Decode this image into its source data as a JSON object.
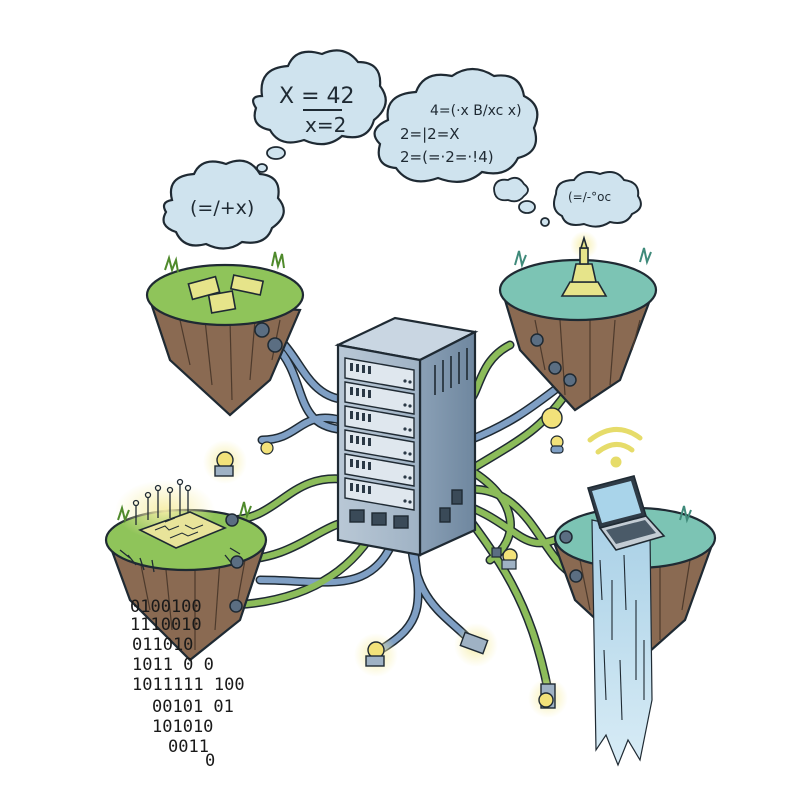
{
  "scene": {
    "description": "Hand-drawn illustration of a central server tower connected by cables to four floating islands, with thought clouds containing math expressions",
    "colors": {
      "background": "#ffffff",
      "cloud_fill": "#cfe3ee",
      "outline": "#1f2a33",
      "grass_green": "#8fc45a",
      "grass_teal": "#7cc4b4",
      "rock_brown": "#8a6a52",
      "cable_blue": "#7f9fc4",
      "cable_green": "#8cbc5a",
      "server_gray": "#9fb2c4",
      "glow_yellow": "#f6eea8",
      "bulb_yellow": "#f2e27a",
      "water_blue": "#b8d9ea"
    }
  },
  "clouds": [
    {
      "id": "cloud-top",
      "lines": [
        "X = 42",
        "x=2"
      ],
      "fraction": true
    },
    {
      "id": "cloud-right",
      "lines": [
        "4=(·x B/xc x)",
        "2=|2=X",
        "2=(=·2=·!4)"
      ]
    },
    {
      "id": "cloud-left",
      "lines": [
        "(=/+x)"
      ]
    },
    {
      "id": "cloud-small-right",
      "lines": [
        "(=/-°oc"
      ]
    }
  ],
  "binary_stream": {
    "rows": [
      "0100100",
      "1110010",
      "011010",
      "1011 0  0",
      "1011111 100",
      "00101 01",
      "101010",
      "0011",
      "0"
    ]
  },
  "islands": [
    {
      "id": "island-top-left",
      "feature": "yellow-blocks",
      "grass": "green"
    },
    {
      "id": "island-top-right",
      "feature": "golden-monument",
      "grass": "teal"
    },
    {
      "id": "island-bottom-left",
      "feature": "circuit-chip",
      "grass": "green"
    },
    {
      "id": "island-bottom-right",
      "feature": "laptop-waterfall",
      "grass": "teal"
    }
  ],
  "server": {
    "drive_bays": 6,
    "ports": 3
  }
}
